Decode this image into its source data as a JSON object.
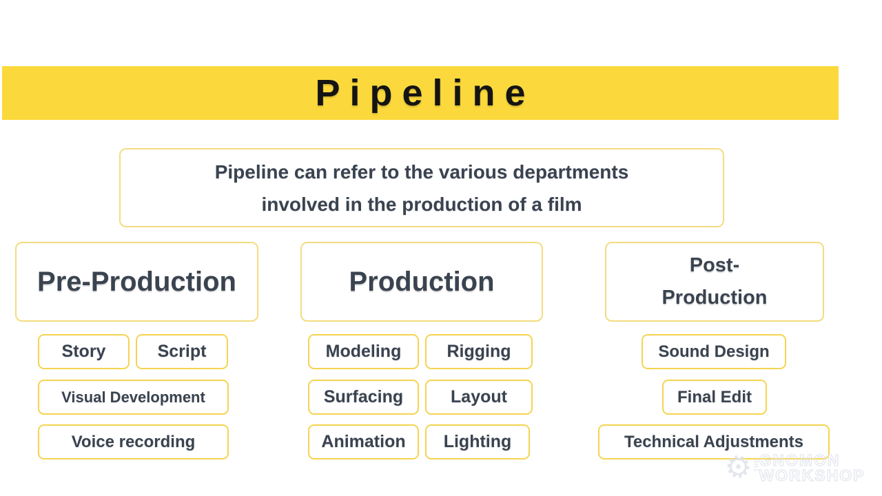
{
  "banner": {
    "title": "Pipeline",
    "background_color": "#fbd93c",
    "text_color": "#141413"
  },
  "description": {
    "lines": [
      "Pipeline can refer to the various departments",
      "involved in the production of a film"
    ]
  },
  "columns": [
    {
      "title": "Pre-Production",
      "items": [
        "Story",
        "Script",
        "Visual Development",
        "Voice recording"
      ]
    },
    {
      "title": "Production",
      "items": [
        "Modeling",
        "Rigging",
        "Surfacing",
        "Layout",
        "Animation",
        "Lighting"
      ]
    },
    {
      "title_lines": [
        "Post-",
        "Production"
      ],
      "items": [
        "Sound Design",
        "Final Edit",
        "Technical Adjustments"
      ]
    }
  ],
  "watermark": {
    "icon": "gnomon-gear-icon",
    "the": "THE",
    "line1": "GNOMON",
    "line2": "WORKSHOP"
  },
  "colors": {
    "text": "#3a4350",
    "box_border": "#f5d44f",
    "header_border": "#f3dc80",
    "banner_yellow": "#fbd93c"
  }
}
